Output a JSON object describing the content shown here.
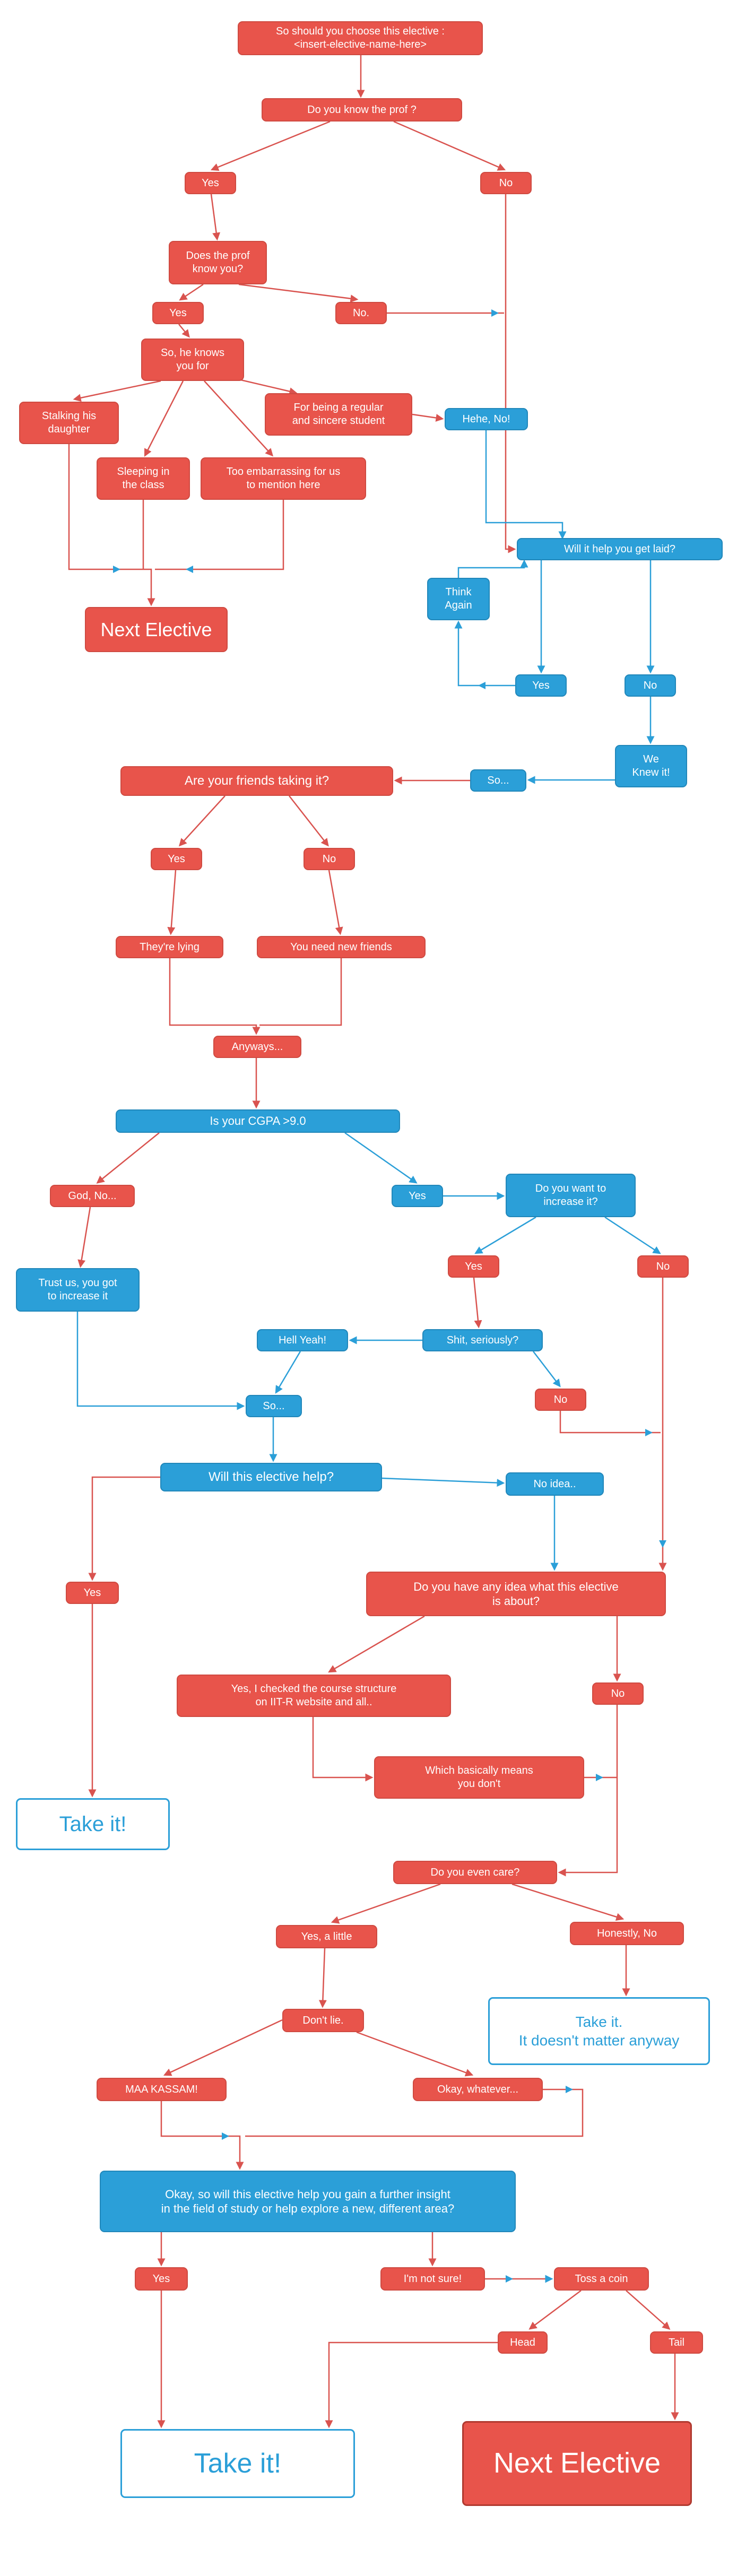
{
  "diagram": {
    "type": "flowchart",
    "background": "#ffffff",
    "colors": {
      "red_box": "#e8544b",
      "red_border": "#cf4a41",
      "blue_box": "#2b9fd8",
      "blue_border": "#2187ba",
      "white_box_border": "#2b9fd8",
      "white_box_text": "#2b9fd8",
      "line_red": "#d9534f",
      "line_blue": "#2b9fd8"
    }
  },
  "nodes": {
    "start": "So should you choose this elective :\n<insert-elective-name-here>",
    "know_prof": "Do you know the prof ?",
    "know_prof_yes": "Yes",
    "know_prof_no": "No",
    "prof_know_you": "Does the prof\nknow you?",
    "prof_know_yes": "Yes",
    "prof_know_no": "No.",
    "knows_you_for": "So, he knows\nyou for",
    "stalking": "Stalking his\ndaughter",
    "regular": "For being a regular\nand sincere student",
    "hehe_no": "Hehe, No!",
    "sleeping": "Sleeping in\nthe class",
    "embarrassing": "Too embarrassing for us\nto mention here",
    "next_elective_top": "Next Elective",
    "get_laid": "Will it help you get laid?",
    "think_again": "Think\nAgain",
    "laid_yes": "Yes",
    "laid_no": "No",
    "we_knew_it": "We\nKnew it!",
    "so_1": "So...",
    "friends_taking": "Are your friends taking it?",
    "friends_yes": "Yes",
    "friends_no": "No",
    "theyre_lying": "They're lying",
    "need_new_friends": "You need new friends",
    "anyways": "Anyways...",
    "cgpa": "Is your CGPA >9.0",
    "god_no": "God, No...",
    "cgpa_yes": "Yes",
    "increase": "Do you want to\nincrease it?",
    "trust_us": "Trust us, you got\nto increase it",
    "increase_yes": "Yes",
    "increase_no": "No",
    "hell_yeah": "Hell Yeah!",
    "shit_seriously": "Shit, seriously?",
    "seriously_no": "No",
    "so_2": "So...",
    "elective_help": "Will this elective help?",
    "no_idea": "No idea..",
    "help_yes": "Yes",
    "any_idea": "Do you have any idea what this elective\nis about?",
    "checked_structure": "Yes, I checked the course structure\non IIT-R website and all..",
    "idea_no": "No",
    "basically": "Which basically means\nyou don't",
    "take_it_mid": "Take it!",
    "even_care": "Do you even care?",
    "care_yes": "Yes, a little",
    "honestly_no": "Honestly, No",
    "dont_lie": "Don't lie.",
    "take_it_anyway": "Take it.\nIt doesn't matter anyway",
    "maa_kassam": "MAA KASSAM!",
    "okay_whatever": "Okay, whatever...",
    "insight": "Okay, so will this elective help you gain a further insight\nin the field of study or help explore a new, different area?",
    "insight_yes": "Yes",
    "not_sure": "I'm not sure!",
    "toss_coin": "Toss a coin",
    "head": "Head",
    "tail": "Tail",
    "take_it_final": "Take it!",
    "next_elective_final": "Next Elective"
  },
  "edges": [
    "start>know_prof",
    "know_prof>know_prof_yes",
    "know_prof>know_prof_no",
    "know_prof_yes>prof_know_you",
    "prof_know_you>prof_know_yes",
    "prof_know_you>prof_know_no",
    "prof_know_yes>knows_you_for",
    "knows_you_for>stalking",
    "knows_you_for>sleeping",
    "knows_you_for>embarrassing",
    "knows_you_for>regular",
    "regular>hehe_no",
    "stalking>next_elective_top",
    "sleeping>next_elective_top",
    "embarrassing>next_elective_top",
    "prof_know_no>get_laid",
    "know_prof_no>get_laid",
    "hehe_no>get_laid",
    "get_laid>laid_yes",
    "get_laid>laid_no",
    "laid_yes>think_again",
    "think_again>get_laid",
    "laid_no>we_knew_it",
    "we_knew_it>so_1",
    "so_1>friends_taking",
    "friends_taking>friends_yes",
    "friends_taking>friends_no",
    "friends_yes>theyre_lying",
    "friends_no>need_new_friends",
    "theyre_lying>anyways",
    "need_new_friends>anyways",
    "anyways>cgpa",
    "cgpa>god_no",
    "cgpa>cgpa_yes",
    "cgpa_yes>increase",
    "god_no>trust_us",
    "increase>increase_yes",
    "increase>increase_no",
    "increase_yes>shit_seriously",
    "shit_seriously>hell_yeah",
    "shit_seriously>seriously_no",
    "hell_yeah>so_2",
    "trust_us>so_2",
    "so_2>elective_help",
    "elective_help>help_yes",
    "elective_help>no_idea",
    "help_yes>take_it_mid",
    "no_idea>any_idea",
    "increase_no>any_idea",
    "seriously_no>any_idea",
    "any_idea>checked_structure",
    "any_idea>idea_no",
    "checked_structure>basically",
    "basically>even_care",
    "idea_no>even_care",
    "even_care>care_yes",
    "even_care>honestly_no",
    "honestly_no>take_it_anyway",
    "care_yes>dont_lie",
    "dont_lie>maa_kassam",
    "dont_lie>okay_whatever",
    "maa_kassam>insight",
    "okay_whatever>insight",
    "insight>insight_yes",
    "insight>not_sure",
    "not_sure>toss_coin",
    "toss_coin>head",
    "toss_coin>tail",
    "insight_yes>take_it_final",
    "head>take_it_final",
    "tail>next_elective_final"
  ]
}
